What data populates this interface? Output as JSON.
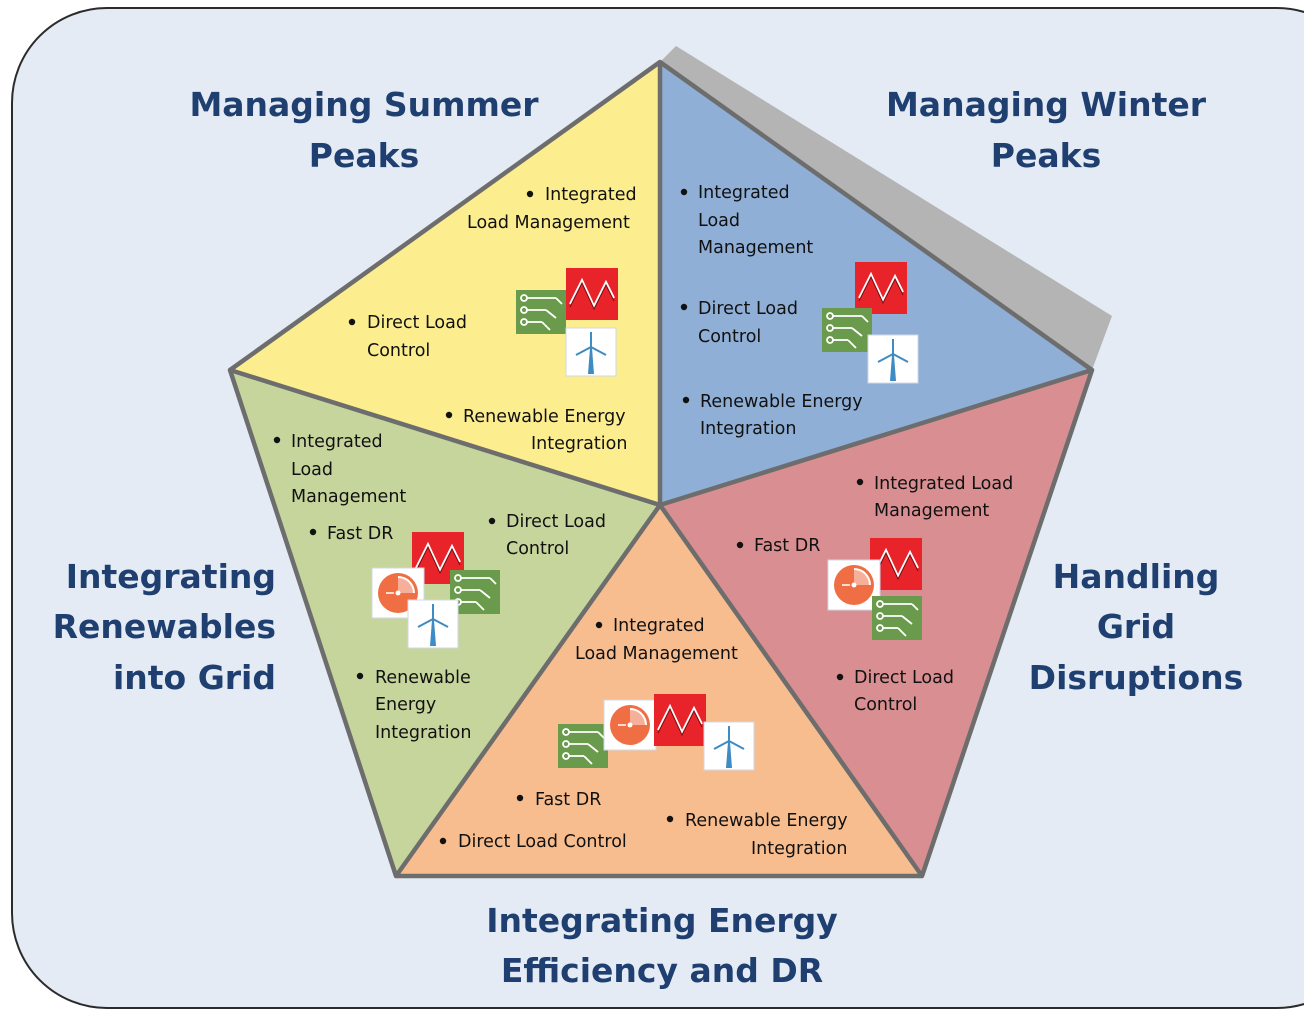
{
  "colors": {
    "background": "#e4ebf4",
    "frame": "#2b2b2b",
    "edge": "#6d6d6d",
    "title": "#1f3f70",
    "summer": "#fcee8f",
    "winter": "#8fafd7",
    "grid": "#d98f91",
    "efficiency": "#f8bd8e",
    "renewables": "#c6d59c",
    "icon_red": "#e8242a",
    "icon_green": "#6a9a4b",
    "icon_orange": "#ef6e43",
    "icon_turbine": "#3f8bc3"
  },
  "icons": [
    "waveform-icon",
    "circuit-board-icon",
    "wind-turbine-icon",
    "gauge-icon"
  ],
  "sections": {
    "summer": {
      "title": [
        "Managing Summer",
        "Peaks"
      ],
      "items": [
        [
          "Integrated",
          "Load Management"
        ],
        [
          "Direct Load",
          "Control"
        ],
        [
          "Renewable Energy",
          "Integration"
        ]
      ]
    },
    "winter": {
      "title": [
        "Managing Winter",
        "Peaks"
      ],
      "items": [
        [
          "Integrated",
          "Load",
          "Management"
        ],
        [
          "Direct Load",
          "Control"
        ],
        [
          "Renewable Energy",
          "Integration"
        ]
      ]
    },
    "grid": {
      "title": [
        "Handling",
        "Grid",
        "Disruptions"
      ],
      "items": [
        [
          "Integrated Load",
          "Management"
        ],
        [
          "Fast DR"
        ],
        [
          "Direct Load",
          "Control"
        ]
      ]
    },
    "efficiency": {
      "title": [
        "Integrating Energy",
        "Efficiency and DR"
      ],
      "items": [
        [
          "Integrated",
          "Load Management"
        ],
        [
          "Fast DR"
        ],
        [
          "Direct Load Control"
        ],
        [
          "Renewable Energy",
          "Integration"
        ]
      ]
    },
    "renewables": {
      "title": [
        "Integrating",
        "Renewables",
        "into Grid"
      ],
      "items": [
        [
          "Integrated",
          "Load",
          "Management"
        ],
        [
          "Fast DR"
        ],
        [
          "Direct Load",
          "Control"
        ],
        [
          "Renewable",
          "Energy",
          "Integration"
        ]
      ]
    }
  }
}
